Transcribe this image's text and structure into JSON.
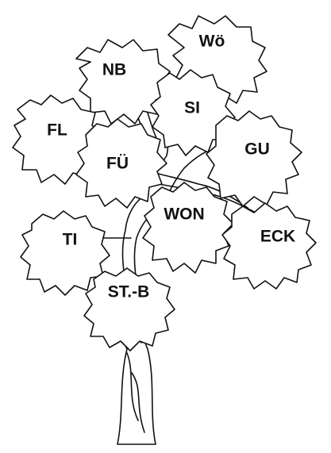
{
  "tree": {
    "leaves": [
      {
        "id": "wo",
        "label": "Wö"
      },
      {
        "id": "nb",
        "label": "NB"
      },
      {
        "id": "si",
        "label": "SI"
      },
      {
        "id": "fl",
        "label": "FL"
      },
      {
        "id": "fu",
        "label": "FÜ"
      },
      {
        "id": "gu",
        "label": "GU"
      },
      {
        "id": "won",
        "label": "WON"
      },
      {
        "id": "ti",
        "label": "TI"
      },
      {
        "id": "eck",
        "label": "ECK"
      },
      {
        "id": "stb",
        "label": "ST.-B"
      }
    ]
  }
}
